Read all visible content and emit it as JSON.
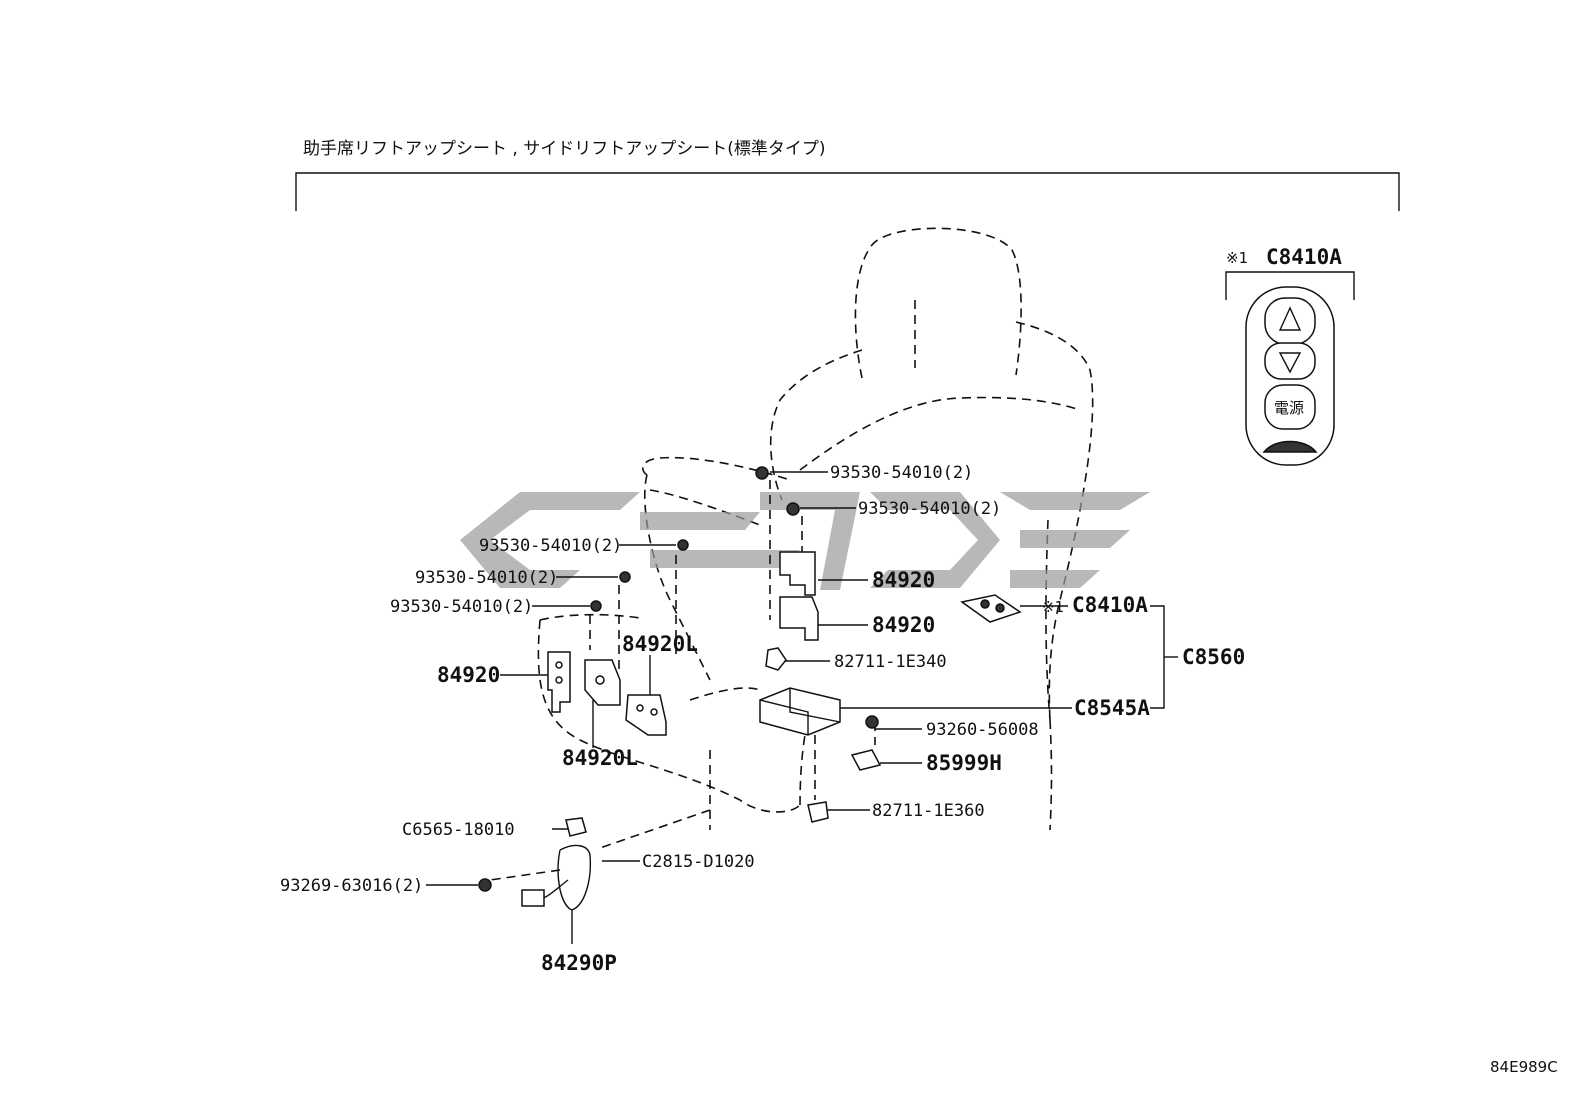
{
  "title": "助手席リフトアップシート , サイドリフトアップシート(標準タイプ)",
  "diagram_code": "84E989C",
  "inset": {
    "mark": "※1",
    "part": "C8410A",
    "button_label": "電源"
  },
  "callouts": {
    "screw_1": "93530-54010(2)",
    "screw_2": "93530-54010(2)",
    "screw_3": "93530-54010(2)",
    "screw_4": "93530-54010(2)",
    "screw_5": "93530-54010(2)",
    "bracket_r1": "84920",
    "bracket_r2": "84920",
    "bracket_l_left": "84920",
    "switch_l_upper": "84920L",
    "switch_l_lower": "84920L",
    "clip_1e340": "82711-1E340",
    "remote_mark": "※1",
    "remote_part": "C8410A",
    "group_part": "C8560",
    "receiver_part": "C8545A",
    "screw_56008": "93260-56008",
    "bracket_85999h": "85999H",
    "clip_1e360": "82711-1E360",
    "tie_c6565": "C6565-18010",
    "band_c2815": "C2815-D1020",
    "bolt_93269": "93269-63016(2)",
    "harness_84290p": "84290P"
  }
}
